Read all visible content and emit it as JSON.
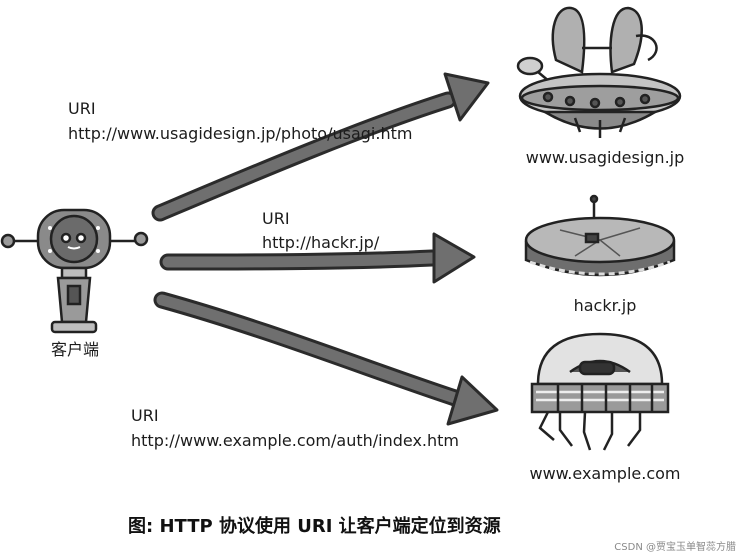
{
  "client": {
    "label": "客户端"
  },
  "requests": [
    {
      "uri_label": "URI",
      "uri": "http://www.usagidesign.jp/photo/usagi.htm",
      "target": "www.usagidesign.jp"
    },
    {
      "uri_label": "URI",
      "uri": "http://hackr.jp/",
      "target": "hackr.jp"
    },
    {
      "uri_label": "URI",
      "uri": "http://www.example.com/auth/index.htm",
      "target": "www.example.com"
    }
  ],
  "caption": "图: HTTP 协议使用 URI 让客户端定位到资源",
  "watermark": "CSDN @贾宝玉单智蕊方腊"
}
